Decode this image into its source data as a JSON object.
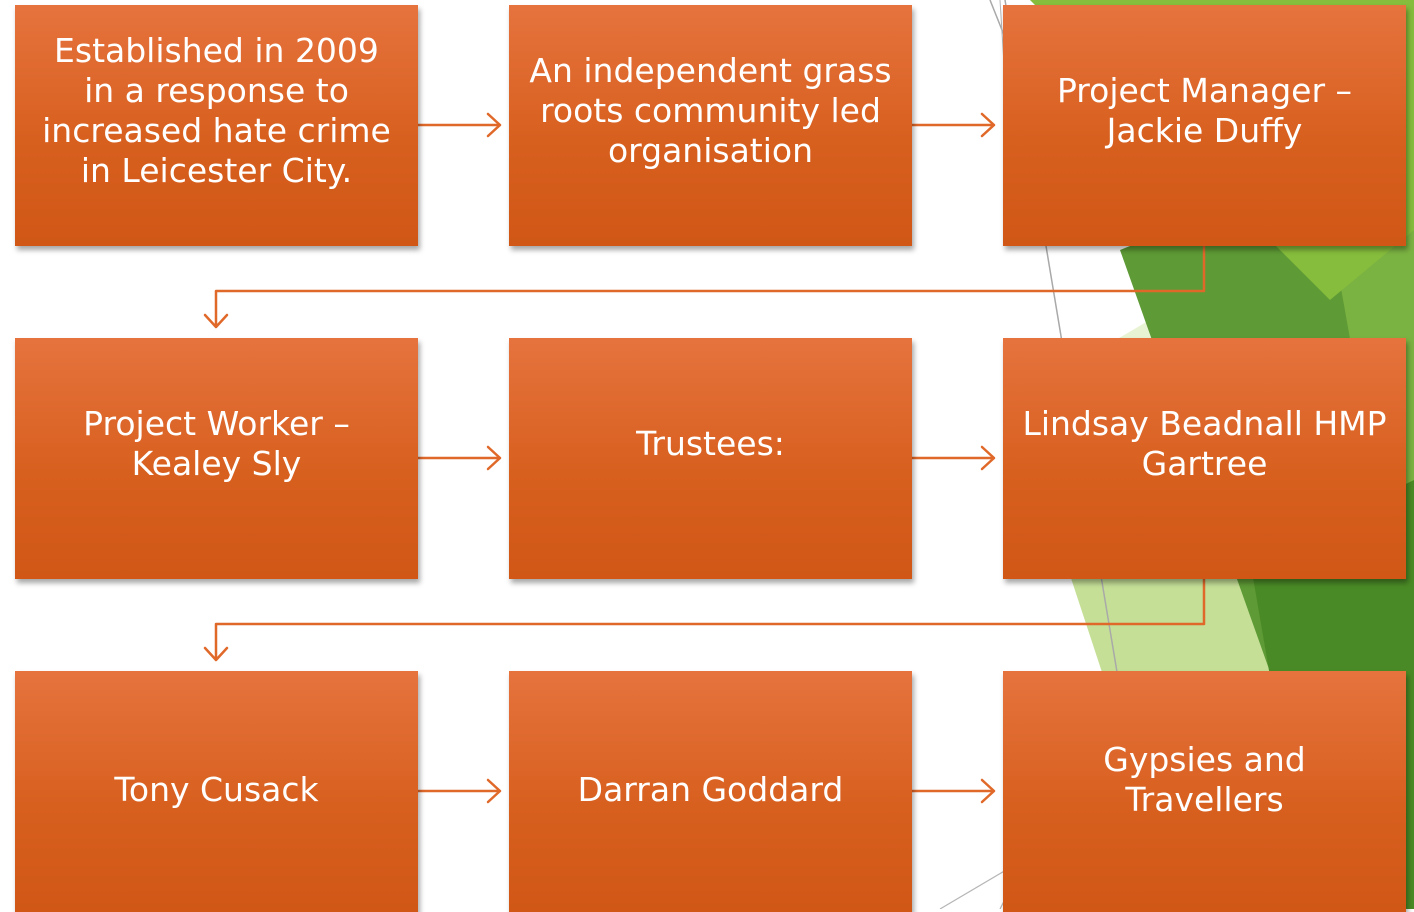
{
  "diagram": {
    "boxes": [
      {
        "id": "b1",
        "label": "Established in 2009\nin a response to\nincreased hate crime\nin Leicester City."
      },
      {
        "id": "b2",
        "label": "An independent grass\nroots community led\norganisation"
      },
      {
        "id": "b3",
        "label": "Project Manager –\nJackie Duffy"
      },
      {
        "id": "b4",
        "label": "Project Worker –\nKealey Sly"
      },
      {
        "id": "b5",
        "label": "Trustees:"
      },
      {
        "id": "b6",
        "label": "Lindsay Beadnall HMP\nGartree"
      },
      {
        "id": "b7",
        "label": "Tony Cusack"
      },
      {
        "id": "b8",
        "label": "Darran Goddard"
      },
      {
        "id": "b9",
        "label": "Gypsies and\nTravellers"
      }
    ],
    "flow": [
      "b1",
      "b2",
      "b3",
      "b4",
      "b5",
      "b6",
      "b7",
      "b8",
      "b9"
    ]
  },
  "colors": {
    "box_fill": "#d8601f",
    "connector": "#e0692a",
    "text": "#ffffff",
    "accent_green": "#6aa63a",
    "accent_light_green": "#c7e09a"
  }
}
